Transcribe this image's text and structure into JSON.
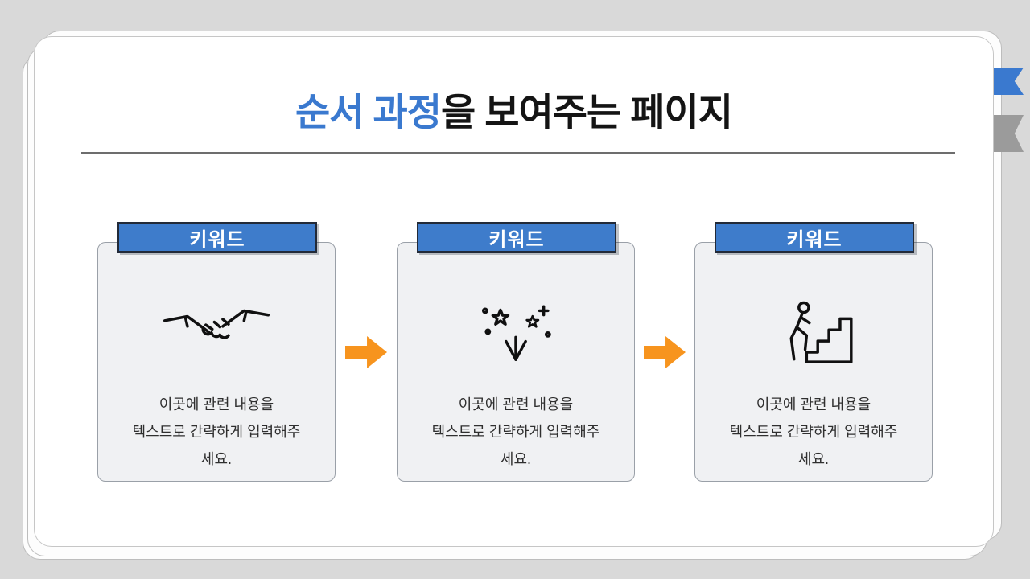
{
  "slide": {
    "title_highlight": "순서 과정",
    "title_rest": "을 보여주는 페이지"
  },
  "steps": [
    {
      "header": "키워드",
      "icon": "handshake-icon",
      "lines": [
        "이곳에 관련 내용을",
        "텍스트로 간략하게 입력해주",
        "세요."
      ]
    },
    {
      "header": "키워드",
      "icon": "fireworks-icon",
      "lines": [
        "이곳에 관련 내용을",
        "텍스트로 간략하게 입력해주",
        "세요."
      ]
    },
    {
      "header": "키워드",
      "icon": "stairs-climb-icon",
      "lines": [
        "이곳에 관련 내용을",
        "텍스트로 간략하게 입력해주",
        "세요."
      ]
    }
  ],
  "colors": {
    "accent_blue": "#3A79CF",
    "header_blue": "#3E7CCB",
    "arrow_orange": "#F7941E",
    "ribbon_gray": "#9B9B9B",
    "card_bg": "#F0F1F3",
    "page_bg": "#D9D9D9"
  }
}
